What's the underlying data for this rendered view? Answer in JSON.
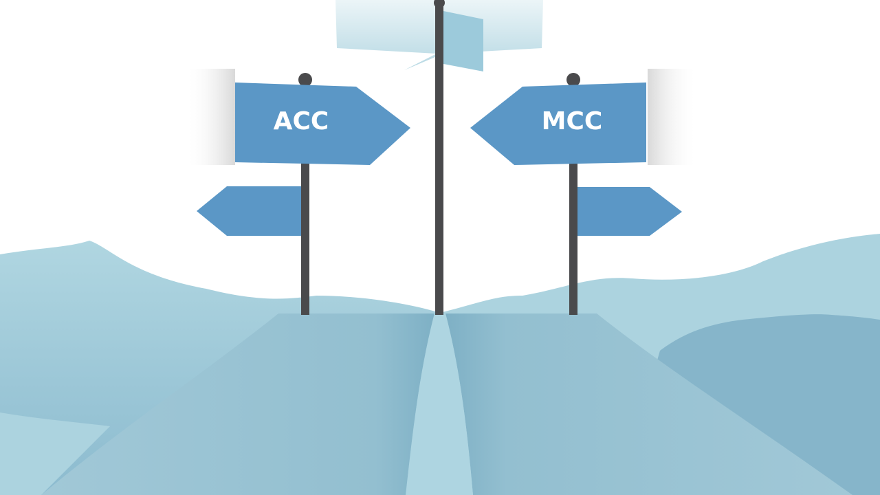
{
  "scene": {
    "description": "Crossroads signposts illustration",
    "colors": {
      "sign_blue": "#5b97c6",
      "pole": "#4a4a4c",
      "hill_light": "#acd3df",
      "hill_mid": "#9dc6d6",
      "hill_dark": "#86b5ca",
      "path": "#aed5e1",
      "top_sign": "#bfe0ea"
    }
  },
  "signs": {
    "left": {
      "label": "ACC",
      "direction": "right"
    },
    "right": {
      "label": "MCC",
      "direction": "left"
    }
  }
}
